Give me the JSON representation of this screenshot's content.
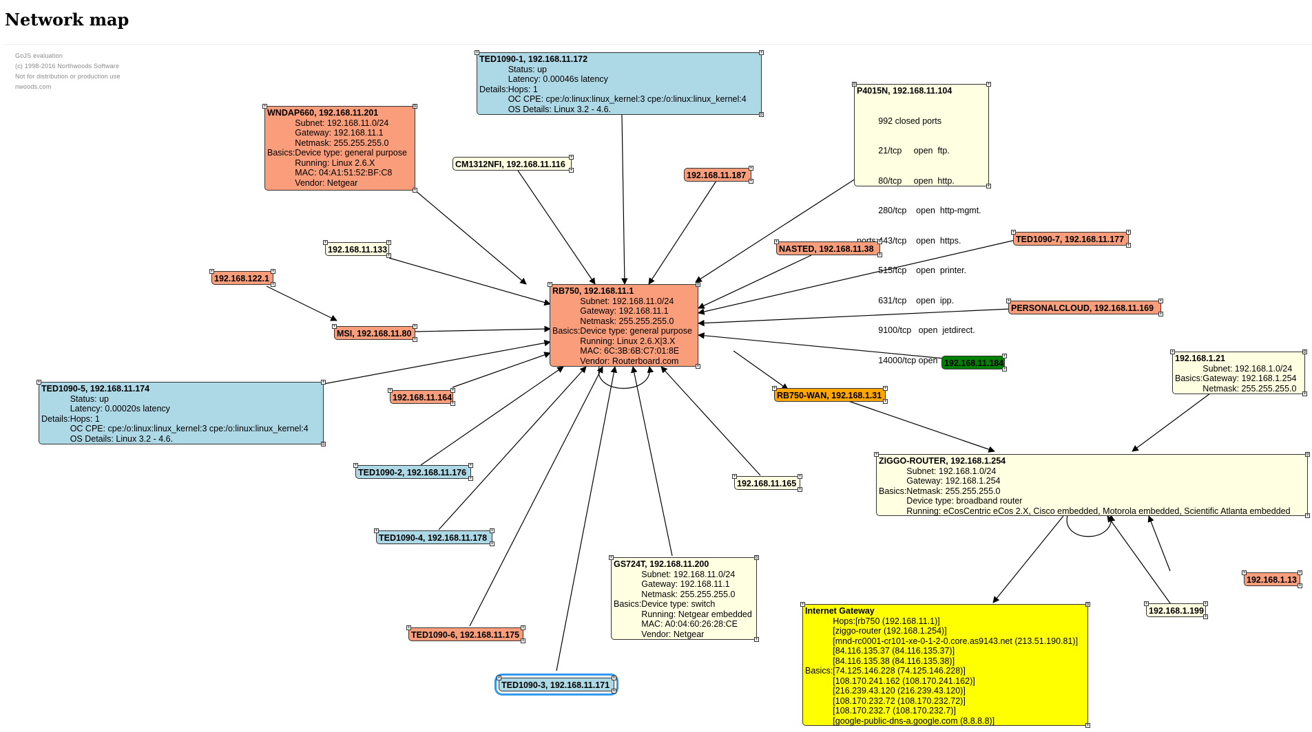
{
  "page": {
    "title": "Network map"
  },
  "watermark": [
    "GoJS evaluation",
    "(c) 1998-2016 Northwoods Software",
    "Not for distribution or production use",
    "nwoods.com"
  ],
  "colors": {
    "orange": "#f99d7b",
    "blue": "#add8e6",
    "cream": "#ffffe1",
    "green": "#008000",
    "amber": "#ffa500",
    "yellow": "#ffff00",
    "selection": "#3399ee"
  },
  "nodes": {
    "rb750": {
      "title": "RB750, 192.168.11.1",
      "section": "Basics:",
      "lines": [
        "Subnet: 192.168.11.0/24",
        "Gateway: 192.168.11.1",
        "Netmask: 255.255.255.0",
        "Device type: general purpose",
        "Running: Linux 2.6.X|3.X",
        "MAC: 6C:3B:6B:C7:01:8E",
        "Vendor: Routerboard.com"
      ]
    },
    "ted1090_1": {
      "title": "TED1090-1, 192.168.11.172",
      "section": "Details:",
      "lines": [
        "Status: up",
        "Latency: 0.00046s latency",
        "Hops: 1",
        "OC CPE: cpe:/o:linux:linux_kernel:3 cpe:/o:linux:linux_kernel:4",
        "OS Details: Linux 3.2 - 4.6."
      ]
    },
    "wndap660": {
      "title": "WNDAP660, 192.168.11.201",
      "section": "Basics:",
      "lines": [
        "Subnet: 192.168.11.0/24",
        "Gateway: 192.168.11.1",
        "Netmask: 255.255.255.0",
        "Device type: general purpose",
        "Running: Linux 2.6.X",
        "MAC: 04:A1:51:52:BF:C8",
        "Vendor: Netgear"
      ]
    },
    "p4015n": {
      "title": "P4015N, 192.168.11.104",
      "section": "ports:",
      "lines": [
        "992 closed ports",
        "21/tcp     open  ftp.",
        "80/tcp     open  http.",
        "280/tcp    open  http-mgmt.",
        "443/tcp    open  https.",
        "515/tcp    open  printer.",
        "631/tcp    open  ipp.",
        "9100/tcp   open  jetdirect.",
        "14000/tcp open  scotty-ft."
      ]
    },
    "cm1312": {
      "title": "CM1312NFI, 192.168.11.116"
    },
    "n187": {
      "title": "192.168.11.187"
    },
    "n133": {
      "title": "192.168.11.133"
    },
    "nasted": {
      "title": "NASTED, 192.168.11.38"
    },
    "ted1090_7": {
      "title": "TED1090-7, 192.168.11.177"
    },
    "n122": {
      "title": "192.168.122.1"
    },
    "msi": {
      "title": "MSI, 192.168.11.80"
    },
    "personalcloud": {
      "title": "PERSONALCLOUD, 192.168.11.169"
    },
    "n184": {
      "title": "192.168.11.184"
    },
    "ted1090_5": {
      "title": "TED1090-5, 192.168.11.174",
      "section": "Details:",
      "lines": [
        "Status: up",
        "Latency: 0.00020s latency",
        "Hops: 1",
        "OC CPE: cpe:/o:linux:linux_kernel:3 cpe:/o:linux:linux_kernel:4",
        "OS Details: Linux 3.2 - 4.6."
      ]
    },
    "n164": {
      "title": "192.168.11.164"
    },
    "rb750wan": {
      "title": "RB750-WAN, 192.168.1.31"
    },
    "n121": {
      "title": "192.168.1.21",
      "section": "Basics:",
      "lines": [
        "Subnet: 192.168.1.0/24",
        "Gateway: 192.168.1.254",
        "Netmask: 255.255.255.0"
      ]
    },
    "ted1090_2": {
      "title": "TED1090-2, 192.168.11.176"
    },
    "ziggo": {
      "title": "ZIGGO-ROUTER, 192.168.1.254",
      "section": "Basics:",
      "lines": [
        "Subnet: 192.168.1.0/24",
        "Gateway: 192.168.1.254",
        "Netmask: 255.255.255.0",
        "Device type: broadband router",
        "Running: eCosCentric eCos 2.X, Cisco embedded, Motorola embedded, Scientific Atlanta embedded"
      ]
    },
    "n165": {
      "title": "192.168.11.165"
    },
    "ted1090_4": {
      "title": "TED1090-4, 192.168.11.178"
    },
    "gs724t": {
      "title": "GS724T, 192.168.11.200",
      "section": "Basics:",
      "lines": [
        "Subnet: 192.168.11.0/24",
        "Gateway: 192.168.11.1",
        "Netmask: 255.255.255.0",
        "Device type: switch",
        "Running: Netgear embedded",
        "MAC: A0:04:60:26:28:CE",
        "Vendor: Netgear"
      ]
    },
    "n113": {
      "title": "192.168.1.13"
    },
    "n199": {
      "title": "192.168.1.199"
    },
    "gateway": {
      "title": "Internet Gateway",
      "section": "Basics:",
      "lines": [
        "Hops:[rb750 (192.168.11.1)]",
        "[ziggo-router (192.168.1.254)]",
        "[mnd-rc0001-cr101-xe-0-1-2-0.core.as9143.net (213.51.190.81)]",
        "[84.116.135.37 (84.116.135.37)]",
        "[84.116.135.38 (84.116.135.38)]",
        "[74.125.146.228 (74.125.146.228)]",
        "[108.170.241.162 (108.170.241.162)]",
        "[216.239.43.120 (216.239.43.120)]",
        "[108.170.232.72 (108.170.232.72)]",
        "[108.170.232.7 (108.170.232.7)]",
        "[google-public-dns-a.google.com (8.8.8.8)]"
      ]
    },
    "ted1090_6": {
      "title": "TED1090-6, 192.168.11.175"
    },
    "ted1090_3": {
      "title": "TED1090-3, 192.168.11.171"
    }
  }
}
